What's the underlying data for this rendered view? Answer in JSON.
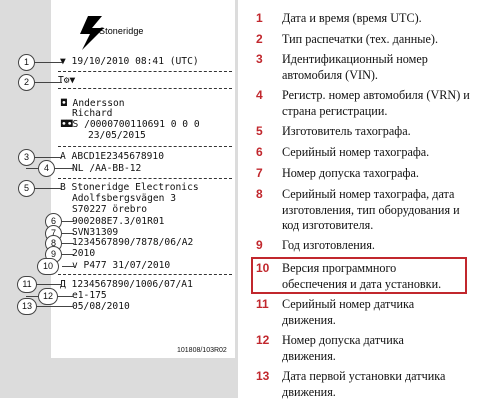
{
  "printout": {
    "brand": "Stoneridge",
    "lines": {
      "datetime": "▼ 19/10/2010  08:41 (UTC)",
      "type_icon": "T⚙▼",
      "owner1": "◘ Andersson",
      "owner2": "Richard",
      "card1": "◘◘S /0000700110691 0 0 0",
      "card2": "23/05/2015",
      "vin": "A ABCD1E2345678910",
      "vrn": "NL /AA-BB-12",
      "manufacturer": "B Stoneridge Electronics",
      "address1": "Adolfsbergsvägen 3",
      "address2": "S70227 örebro",
      "serial": "900208E7.3/01R01",
      "approval": "SVN31309",
      "serial_full": "1234567890/7878/06/A2",
      "year": "2010",
      "version": "v     P477      31/07/2010",
      "sensor_serial": "Д 1234567890/1006/07/A1",
      "sensor_approval": "e1-175",
      "sensor_install": "05/08/2010"
    },
    "ref_code": "101808/103R02"
  },
  "callouts": [
    "1",
    "2",
    "3",
    "4",
    "5",
    "6",
    "7",
    "8",
    "9",
    "10",
    "11",
    "12",
    "13"
  ],
  "legend": [
    {
      "num": "1",
      "text": "Дата и время (время UTC)."
    },
    {
      "num": "2",
      "text": "Тип распечатки (тех. данные)."
    },
    {
      "num": "3",
      "text": "Идентификационный номер автомобиля (VIN)."
    },
    {
      "num": "4",
      "text": "Регистр. номер автомобиля (VRN) и страна регистрации."
    },
    {
      "num": "5",
      "text": "Изготовитель тахографа."
    },
    {
      "num": "6",
      "text": "Серийный номер тахографа."
    },
    {
      "num": "7",
      "text": "Номер допуска тахографа."
    },
    {
      "num": "8",
      "text": "Серийный номер тахографа, дата изготовления, тип оборудования и код изготовителя."
    },
    {
      "num": "9",
      "text": "Год изготовления."
    },
    {
      "num": "10",
      "text": "Версия программного обеспечения и дата установки."
    },
    {
      "num": "11",
      "text": "Серийный номер датчика движения."
    },
    {
      "num": "12",
      "text": "Номер допуска датчика движения."
    },
    {
      "num": "13",
      "text": "Дата первой установки датчика движения."
    }
  ],
  "colors": {
    "accent": "#c1272d",
    "paper": "#dcdcdc"
  }
}
